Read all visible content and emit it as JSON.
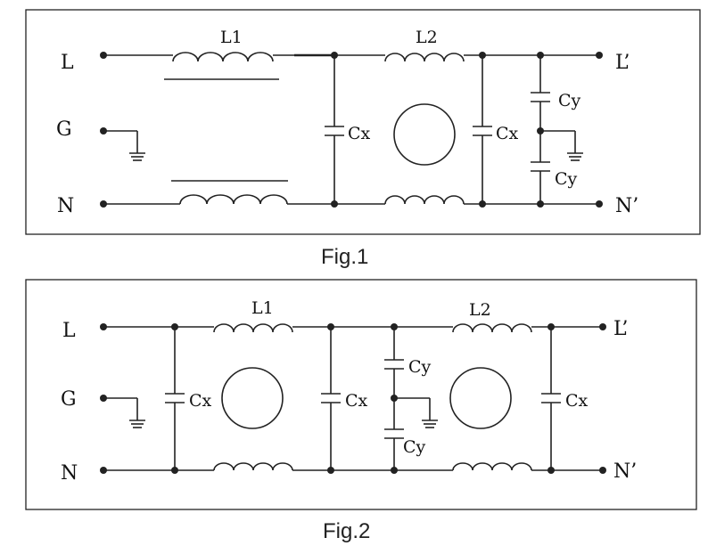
{
  "fig1": {
    "caption": "Fig.1",
    "terminals": {
      "L": "L",
      "G": "G",
      "N": "N",
      "L_out": "L’",
      "N_out": "N’"
    },
    "inductors": [
      "L1",
      "L2"
    ],
    "capacitors": {
      "cx_a": "Cx",
      "cx_b": "Cx",
      "cy_top": "Cy",
      "cy_bot": "Cy"
    }
  },
  "fig2": {
    "caption": "Fig.2",
    "terminals": {
      "L": "L",
      "G": "G",
      "N": "N",
      "L_out": "L’",
      "N_out": "N’"
    },
    "inductors": [
      "L1",
      "L2"
    ],
    "capacitors": {
      "cx_a": "Cx",
      "cx_b": "Cx",
      "cx_c": "Cx",
      "cy_top": "Cy",
      "cy_bot": "Cy"
    }
  }
}
